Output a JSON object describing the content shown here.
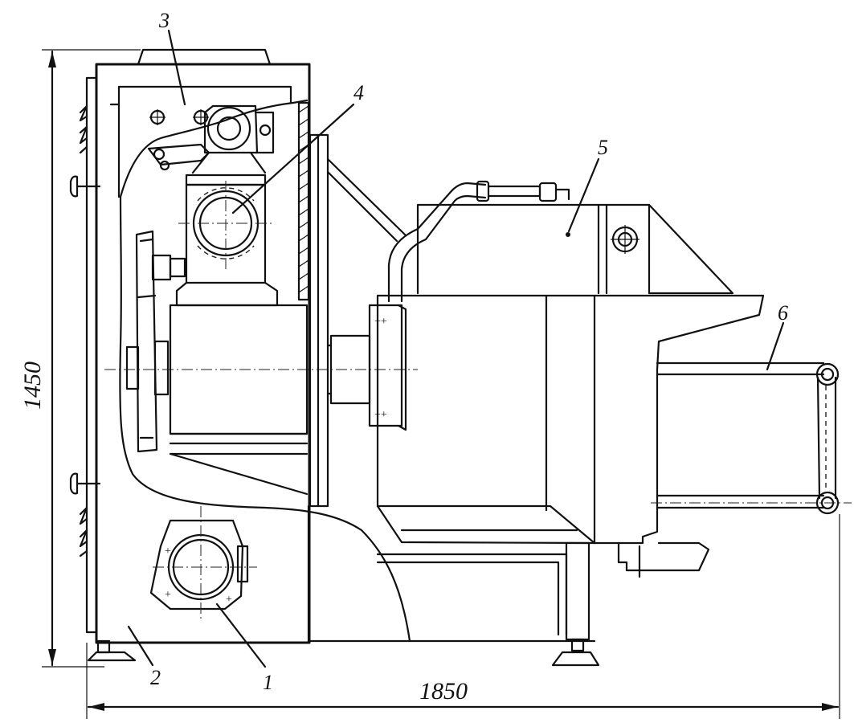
{
  "callouts": {
    "c1": "1",
    "c2": "2",
    "c3": "3",
    "c4": "4",
    "c5": "5",
    "c6": "6"
  },
  "dimensions": {
    "height": "1450",
    "width": "1850"
  }
}
